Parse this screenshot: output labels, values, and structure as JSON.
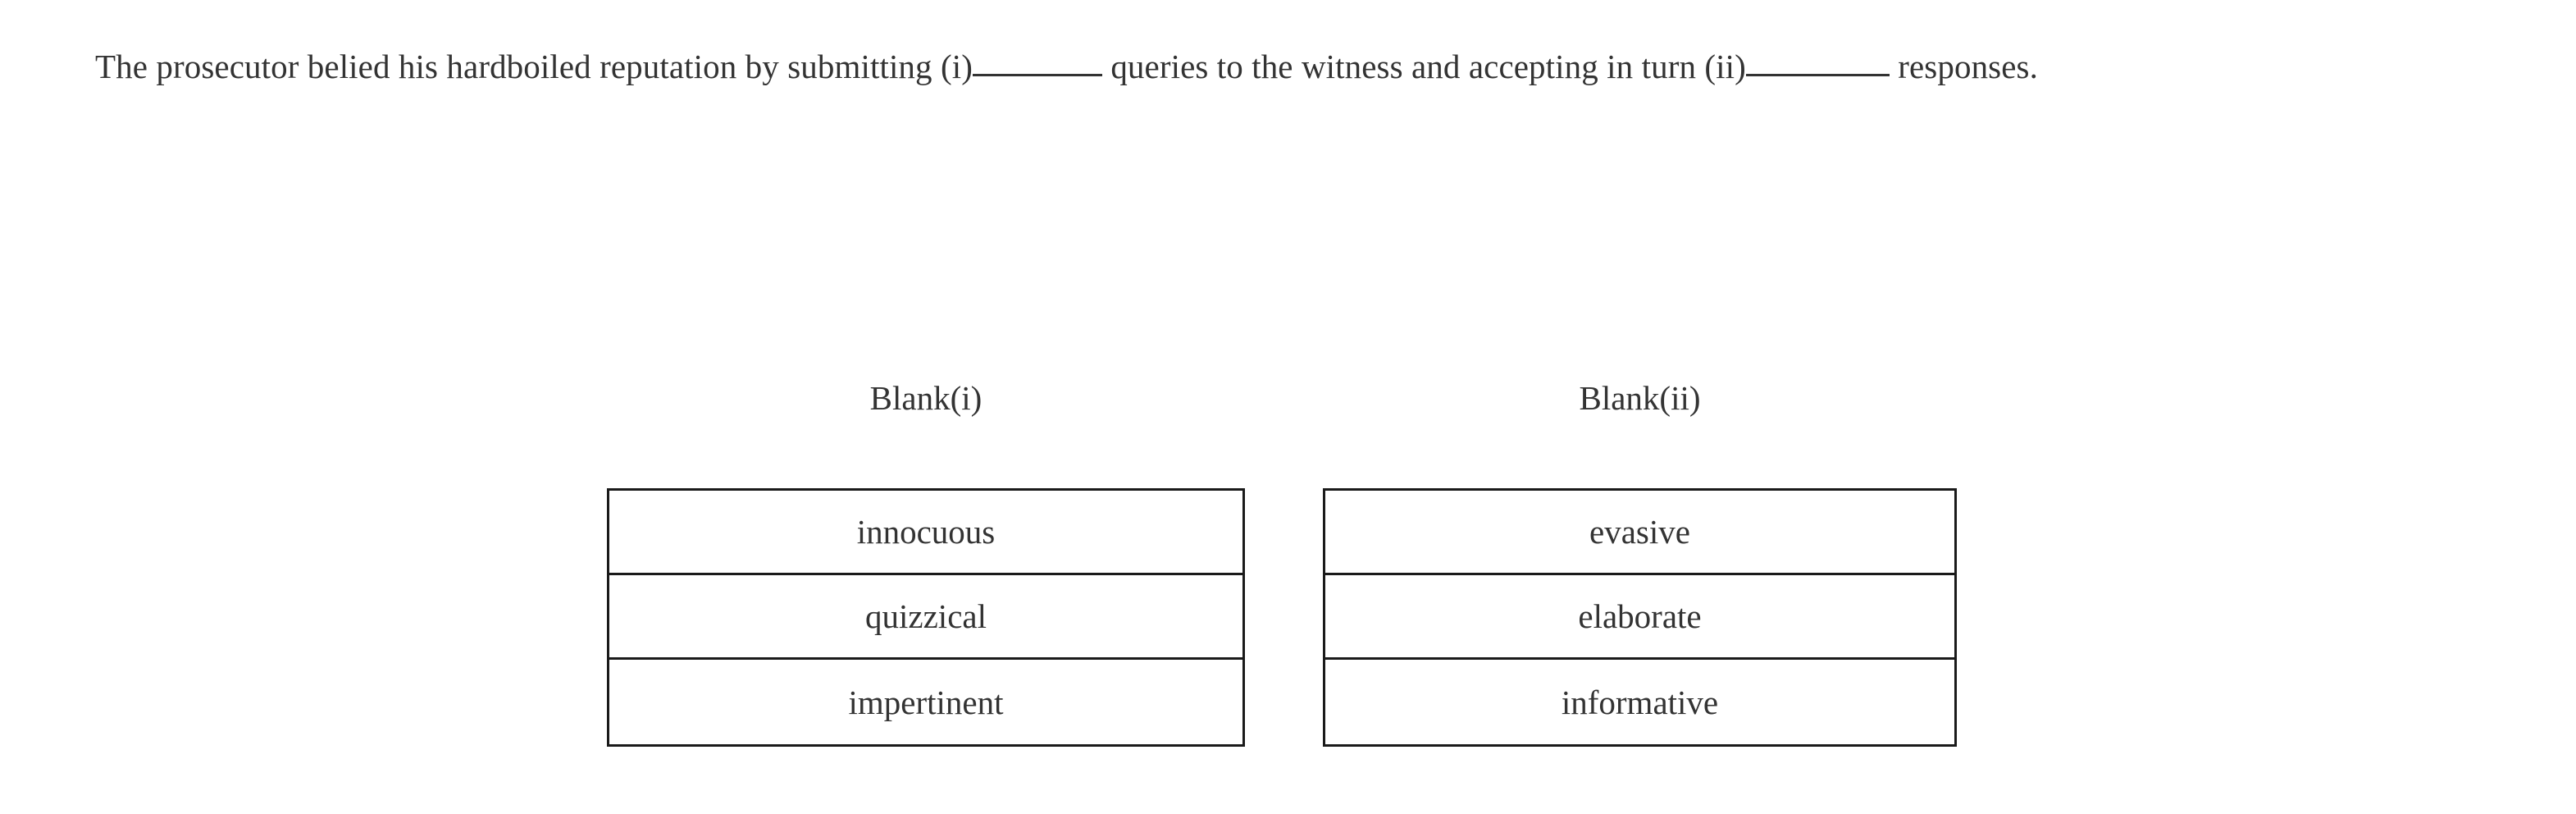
{
  "question": {
    "text_part_1": "The prosecutor belied his hardboiled reputation by submitting (i)",
    "text_part_2": " queries to the witness and accepting in turn (ii)",
    "text_part_3": " responses.",
    "blank_1_marker": "(i)",
    "blank_2_marker": "(ii)",
    "full_text": "The prosecutor belied his hardboiled reputation by submitting (i)______________ queries to the witness and accepting in turn (ii)______________ responses."
  },
  "columns": [
    {
      "header": "Blank(i)",
      "options": [
        {
          "label": "innocuous"
        },
        {
          "label": "quizzical"
        },
        {
          "label": "impertinent"
        }
      ]
    },
    {
      "header": "Blank(ii)",
      "options": [
        {
          "label": "evasive"
        },
        {
          "label": "elaborate"
        },
        {
          "label": "informative"
        }
      ]
    }
  ],
  "colors": {
    "text": "#333333",
    "border": "#1a1a1a",
    "background": "#ffffff"
  }
}
